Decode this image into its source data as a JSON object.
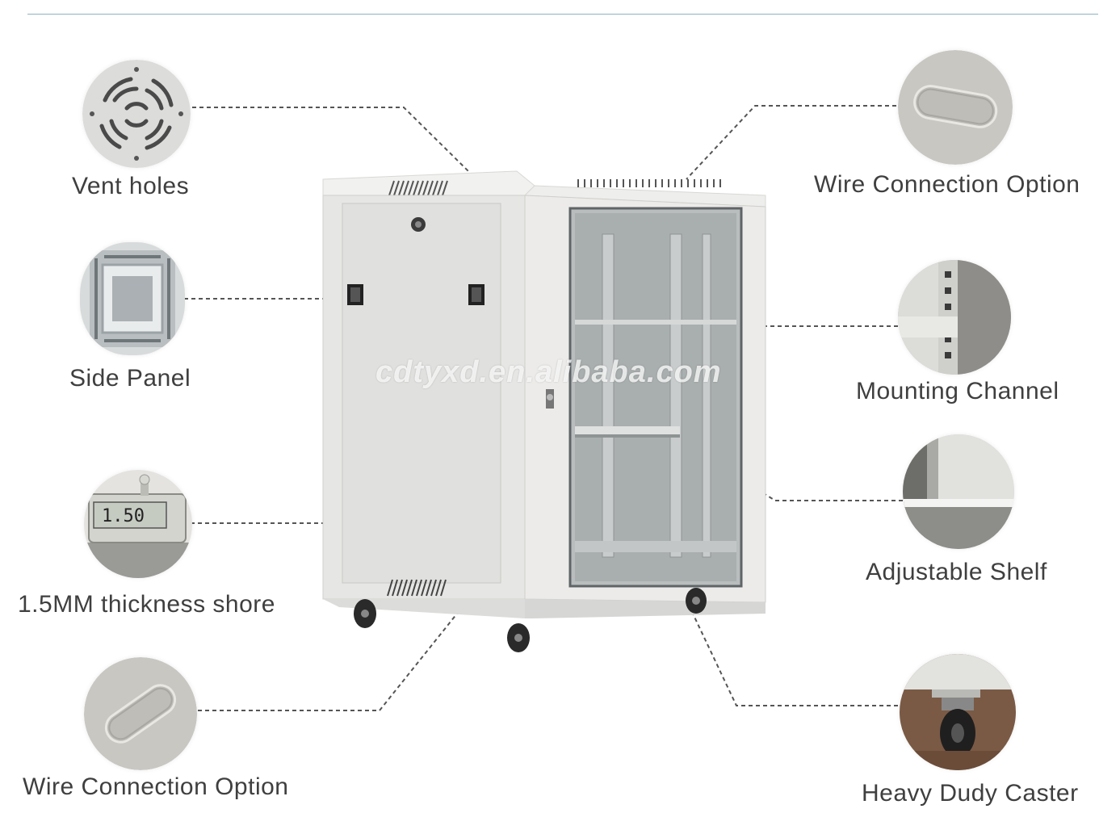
{
  "watermark": "cdtyxd.en.alibaba.com",
  "features": {
    "vent_holes": {
      "label": "Vent holes",
      "icon": "vent-fan-icon"
    },
    "side_panel": {
      "label": "Side Panel",
      "icon": "side-panel-icon"
    },
    "thickness": {
      "label": "1.5MM thickness shore",
      "gauge_reading": "1.50",
      "icon": "thickness-gauge-icon"
    },
    "wire_connection_left": {
      "label": "Wire Connection Option",
      "icon": "cable-slot-icon"
    },
    "wire_connection_right": {
      "label": "Wire Connection Option",
      "icon": "cable-slot-icon"
    },
    "mounting_channel": {
      "label": "Mounting Channel",
      "icon": "mounting-rail-icon"
    },
    "adjustable_shelf": {
      "label": "Adjustable Shelf",
      "icon": "shelf-icon"
    },
    "heavy_duty_caster": {
      "label": "Heavy Dudy Caster",
      "icon": "caster-wheel-icon"
    }
  },
  "colors": {
    "label_text": "#3f3f3f",
    "leader_line": "#555555",
    "cabinet_body": "#e8e8e6",
    "glass": "#b9bdbd"
  }
}
